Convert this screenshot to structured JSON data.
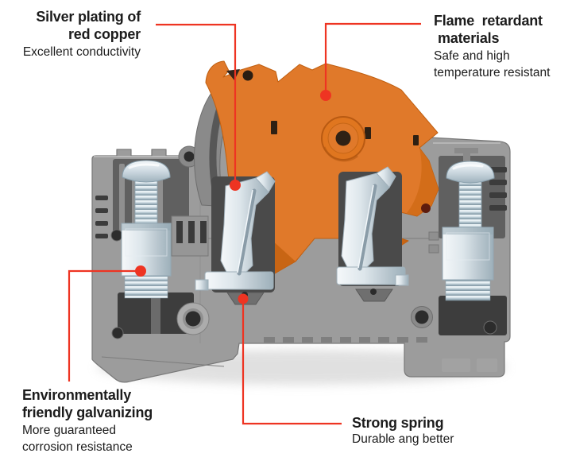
{
  "theme": {
    "background": "#ffffff",
    "text": "#1c1c1c",
    "callout": "#ee3422",
    "body-gray": "#9c9c9c",
    "cavity-dark": "#4a4a4a",
    "lever-orange": "#e0792a",
    "lever-orange-dark": "#c2600f"
  },
  "annotations": {
    "silver": {
      "title": [
        "Silver plating of",
        "red copper"
      ],
      "desc": [
        "Excellent conductivity"
      ]
    },
    "flame": {
      "title": [
        "Flame  retardant",
        "materials"
      ],
      "desc": [
        "Safe and high",
        "temperature resistant"
      ]
    },
    "galvanizing": {
      "title": [
        "Environmentally",
        "friendly galvanizing"
      ],
      "desc": [
        "More guaranteed",
        "corrosion resistance"
      ]
    },
    "spring": {
      "title": [
        "Strong spring"
      ],
      "desc": [
        "Durable ang better"
      ]
    }
  }
}
